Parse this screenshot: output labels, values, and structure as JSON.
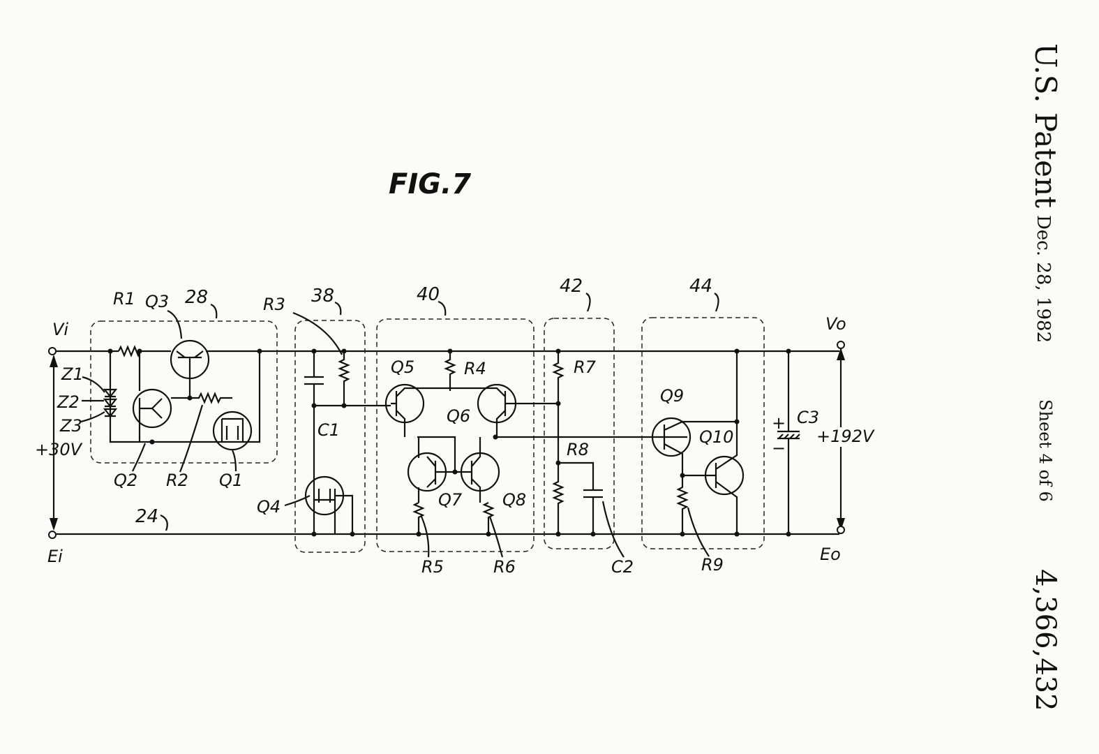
{
  "header": {
    "agency": "U.S. Patent",
    "date": "Dec. 28, 1982",
    "sheet": "Sheet 4 of 6",
    "patent_number": "4,366,432"
  },
  "figure": {
    "title": "FIG.7"
  },
  "terminals": {
    "vi": "Vi",
    "ei": "Ei",
    "vo": "Vo",
    "eo": "Eo",
    "input_voltage": "+30V",
    "output_voltage": "+192V"
  },
  "blocks": {
    "b28": "28",
    "b38": "38",
    "b40": "40",
    "b42": "42",
    "b44": "44",
    "line24": "24"
  },
  "components": {
    "r1": "R1",
    "r2": "R2",
    "r3": "R3",
    "r4": "R4",
    "r5": "R5",
    "r6": "R6",
    "r7": "R7",
    "r8": "R8",
    "r9": "R9",
    "q1": "Q1",
    "q2": "Q2",
    "q3": "Q3",
    "q4": "Q4",
    "q5": "Q5",
    "q6": "Q6",
    "q7": "Q7",
    "q8": "Q8",
    "q9": "Q9",
    "q10": "Q10",
    "z1": "Z1",
    "z2": "Z2",
    "z3": "Z3",
    "c1": "C1",
    "c2": "C2",
    "c3": "C3",
    "plus": "+",
    "minus": "−"
  }
}
